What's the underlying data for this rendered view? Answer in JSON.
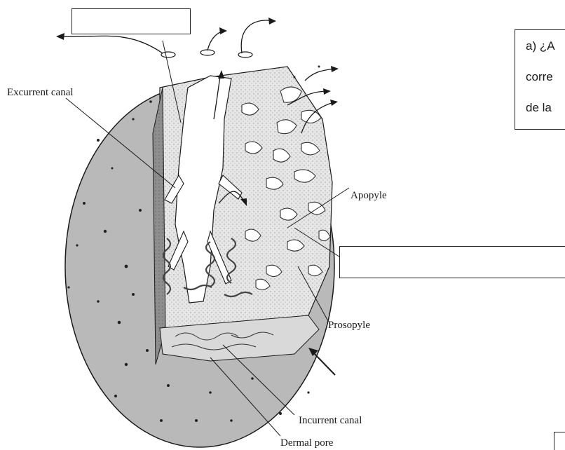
{
  "diagram": {
    "labels": {
      "excurrent_canal": "Excurrent canal",
      "apopyle": "Apopyle",
      "prosopyle": "Prosopyle",
      "incurrent_canal": "Incurrent canal",
      "dermal_pore": "Dermal pore"
    },
    "colors": {
      "body_fill": "#b9b9b9",
      "cut_surface": "#e9e9e9",
      "outline": "#1a1a1a"
    }
  },
  "question": {
    "line1": "a) ¿A",
    "line2": "corre",
    "line3": "de la"
  },
  "answer_boxes": [
    "top-box",
    "middle-box",
    "bottom-right-box"
  ]
}
